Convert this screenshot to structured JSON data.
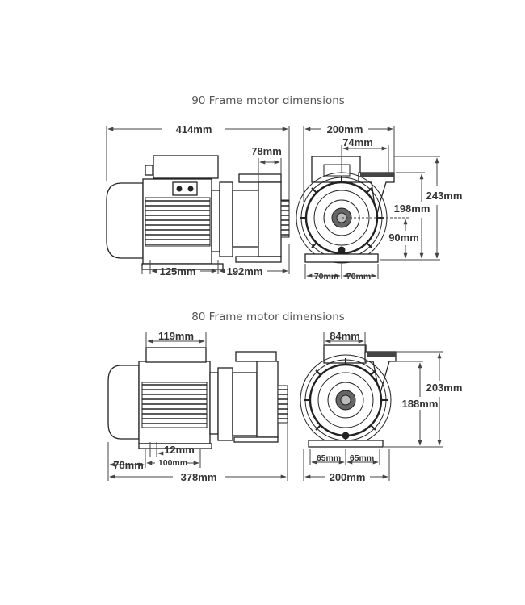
{
  "frame90": {
    "title": "90 Frame motor dimensions",
    "overall_length": "414mm",
    "flange_width": "78mm",
    "motor_to_base": "125mm",
    "base_to_front": "192mm",
    "overall_width": "200mm",
    "box_to_center": "74mm",
    "overall_height": "243mm",
    "housing_height": "198mm",
    "shaft_height": "90mm",
    "foot_left": "70mm",
    "foot_right": "70mm"
  },
  "frame80": {
    "title": "80 Frame motor dimensions",
    "box_width": "119mm",
    "box_offset": "12mm",
    "rear_offset": "78mm",
    "foot_spacing": "100mm",
    "overall_length": "378mm",
    "box_to_center": "84mm",
    "overall_height": "203mm",
    "housing_height": "188mm",
    "foot_left": "65mm",
    "foot_right": "65mm",
    "overall_width": "200mm"
  }
}
